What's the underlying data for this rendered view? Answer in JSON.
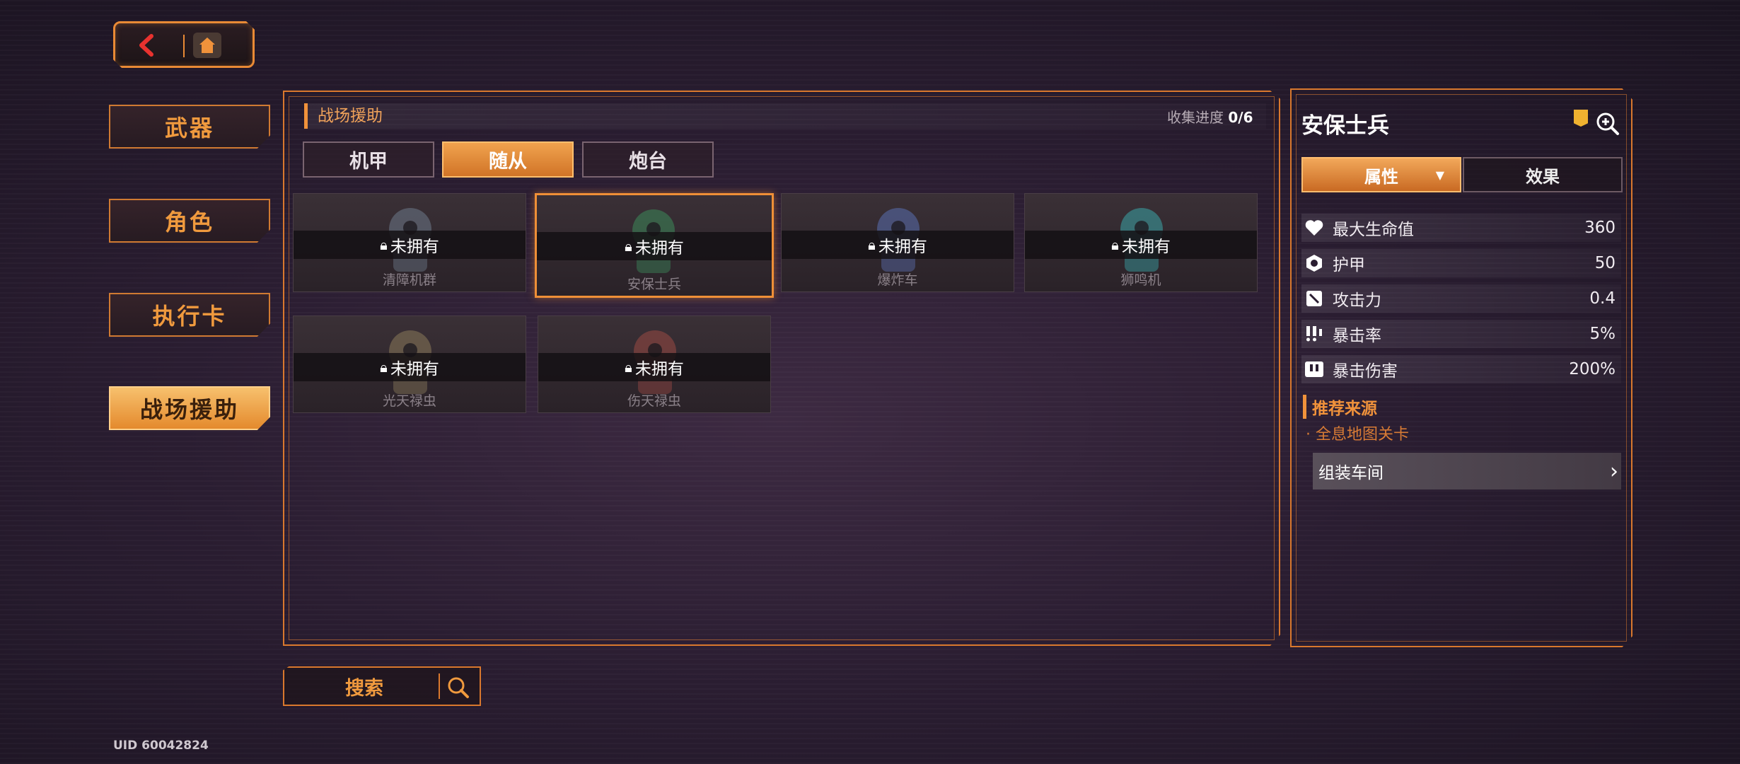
{
  "nav": {
    "back_icon": "back-arrow-icon",
    "home_icon": "home-icon"
  },
  "side_menu": [
    {
      "label": "武器",
      "active": false
    },
    {
      "label": "角色",
      "active": false
    },
    {
      "label": "执行卡",
      "active": false
    },
    {
      "label": "战场援助",
      "active": true
    }
  ],
  "main": {
    "title": "战场援助",
    "progress_label": "收集进度",
    "progress_value": "0/6",
    "tabs": [
      {
        "label": "机甲",
        "active": false
      },
      {
        "label": "随从",
        "active": true
      },
      {
        "label": "炮台",
        "active": false
      }
    ],
    "locked_label": "未拥有",
    "cards": [
      {
        "name": "清障机群",
        "selected": false,
        "color": "#6d7a8a"
      },
      {
        "name": "安保士兵",
        "selected": true,
        "color": "#3c8a5a"
      },
      {
        "name": "爆炸车",
        "selected": false,
        "color": "#5a6fb0"
      },
      {
        "name": "狮鸣机",
        "selected": false,
        "color": "#3aa6a8"
      },
      {
        "name": "光天禄虫",
        "selected": false,
        "color": "#8a7a5a"
      },
      {
        "name": "伤天禄虫",
        "selected": false,
        "color": "#9a4a44"
      }
    ]
  },
  "detail": {
    "name": "安保士兵",
    "tabs": {
      "attributes": "属性",
      "effects": "效果"
    },
    "stats": [
      {
        "icon": "heart-icon",
        "label": "最大生命值",
        "value": "360"
      },
      {
        "icon": "shield-icon",
        "label": "护甲",
        "value": "50"
      },
      {
        "icon": "sword-icon",
        "label": "攻击力",
        "value": "0.4"
      },
      {
        "icon": "crit-rate-icon",
        "label": "暴击率",
        "value": "5%"
      },
      {
        "icon": "crit-damage-icon",
        "label": "暴击伤害",
        "value": "200%"
      }
    ],
    "recommend_title": "推荐来源",
    "recommend_item": "· 全息地图关卡",
    "workshop": "组装车间"
  },
  "search": {
    "label": "搜索"
  },
  "uid": "UID 60042824",
  "colors": {
    "accent": "#e98a35",
    "bg": "#2a1d31"
  }
}
